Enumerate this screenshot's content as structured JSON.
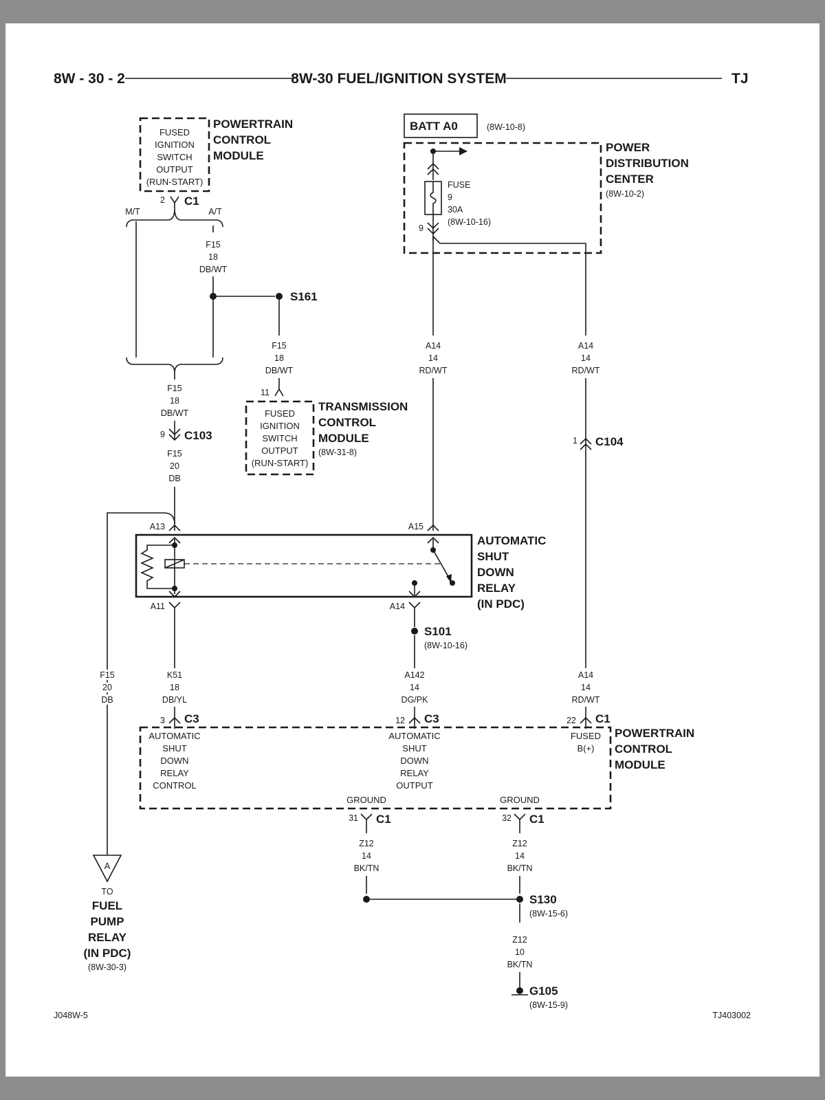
{
  "header": {
    "left": "8W - 30 - 2",
    "center": "8W-30 FUEL/IGNITION SYSTEM",
    "right": "TJ"
  },
  "pcm_top": {
    "title": [
      "POWERTRAIN",
      "CONTROL",
      "MODULE"
    ],
    "inner": [
      "FUSED",
      "IGNITION",
      "SWITCH",
      "OUTPUT",
      "(RUN-START)"
    ],
    "pin": "2",
    "connector": "C1"
  },
  "branch": {
    "mt": "M/T",
    "at": "A/T"
  },
  "wire_f15_at": [
    "F15",
    "18",
    "DB/WT"
  ],
  "splice_s161": "S161",
  "wire_f15_tcm": [
    "F15",
    "18",
    "DB/WT"
  ],
  "tcm": {
    "pin": "11",
    "title": [
      "TRANSMISSION",
      "CONTROL",
      "MODULE"
    ],
    "ref": "(8W-31-8)",
    "inner": [
      "FUSED",
      "IGNITION",
      "SWITCH",
      "OUTPUT",
      "(RUN-START)"
    ]
  },
  "wire_f15_join": [
    "F15",
    "18",
    "DB/WT"
  ],
  "c103": {
    "pin": "9",
    "label": "C103"
  },
  "wire_f15_20": [
    "F15",
    "20",
    "DB"
  ],
  "batt": {
    "label": "BATT A0",
    "ref": "(8W-10-8)"
  },
  "pdc": {
    "title": [
      "POWER",
      "DISTRIBUTION",
      "CENTER"
    ],
    "ref": "(8W-10-2)",
    "fuse": [
      "FUSE",
      "9",
      "30A",
      "(8W-10-16)"
    ],
    "pin": "9"
  },
  "wire_a14_fuse": [
    "A14",
    "14",
    "RD/WT"
  ],
  "wire_a14_right": [
    "A14",
    "14",
    "RD/WT"
  ],
  "c104": {
    "pin": "1",
    "label": "C104"
  },
  "relay": {
    "title": [
      "AUTOMATIC",
      "SHUT",
      "DOWN",
      "RELAY",
      "(IN PDC)"
    ],
    "pins": {
      "a13": "A13",
      "a15": "A15",
      "a11": "A11",
      "a14": "A14"
    }
  },
  "s101": {
    "label": "S101",
    "ref": "(8W-10-16)"
  },
  "wire_f15_left": [
    "F15",
    "20",
    "DB"
  ],
  "wire_k51": [
    "K51",
    "18",
    "DB/YL"
  ],
  "wire_a142": [
    "A142",
    "14",
    "DG/PK"
  ],
  "wire_a14_pcm": [
    "A14",
    "14",
    "RD/WT"
  ],
  "pcm_bottom": {
    "title": [
      "POWERTRAIN",
      "CONTROL",
      "MODULE"
    ],
    "pins": [
      {
        "pin": "3",
        "conn": "C3",
        "label": [
          "AUTOMATIC",
          "SHUT",
          "DOWN",
          "RELAY",
          "CONTROL"
        ]
      },
      {
        "pin": "12",
        "conn": "C3",
        "label": [
          "AUTOMATIC",
          "SHUT",
          "DOWN",
          "RELAY",
          "OUTPUT"
        ]
      },
      {
        "pin": "22",
        "conn": "C1",
        "label": [
          "FUSED",
          "B(+)"
        ]
      }
    ],
    "grounds": [
      {
        "label": "GROUND",
        "pin": "31",
        "conn": "C1"
      },
      {
        "label": "GROUND",
        "pin": "32",
        "conn": "C1"
      }
    ]
  },
  "wire_z12_a": [
    "Z12",
    "14",
    "BK/TN"
  ],
  "wire_z12_b": [
    "Z12",
    "14",
    "BK/TN"
  ],
  "s130": {
    "label": "S130",
    "ref": "(8W-15-6)"
  },
  "wire_z12_c": [
    "Z12",
    "10",
    "BK/TN"
  ],
  "g105": {
    "label": "G105",
    "ref": "(8W-15-9)"
  },
  "fuel_pump": {
    "marker": "A",
    "to": "TO",
    "title": [
      "FUEL",
      "PUMP",
      "RELAY",
      "(IN PDC)"
    ],
    "ref": "(8W-30-3)"
  },
  "footer": {
    "left": "J048W-5",
    "right": "TJ403002"
  }
}
